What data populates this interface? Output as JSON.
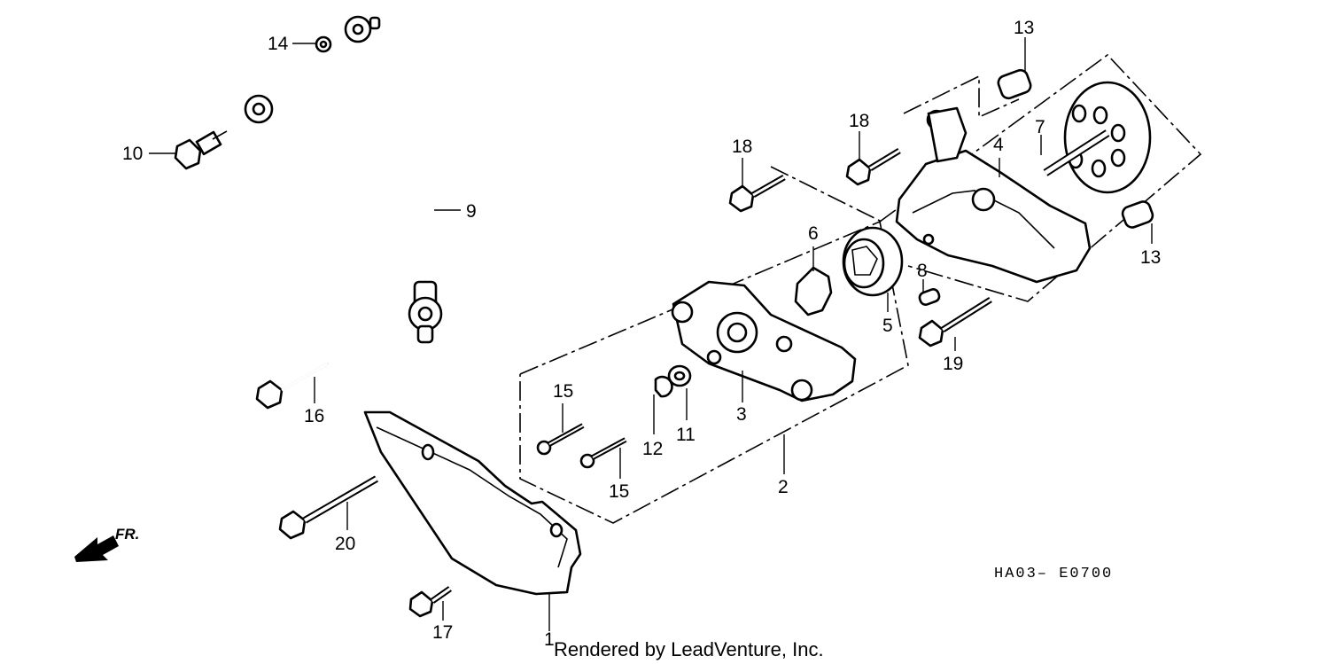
{
  "diagram": {
    "code": "HA03– E0700",
    "credit": "Rendered by LeadVenture, Inc.",
    "direction": "FR.",
    "callouts": {
      "c1": "1",
      "c2": "2",
      "c3": "3",
      "c4": "4",
      "c5": "5",
      "c6": "6",
      "c7": "7",
      "c8": "8",
      "c9": "9",
      "c10": "10",
      "c11": "11",
      "c12": "12",
      "c13a": "13",
      "c13b": "13",
      "c14": "14",
      "c15a": "15",
      "c15b": "15",
      "c16": "16",
      "c17": "17",
      "c18a": "18",
      "c18b": "18",
      "c19": "19",
      "c20": "20"
    }
  }
}
